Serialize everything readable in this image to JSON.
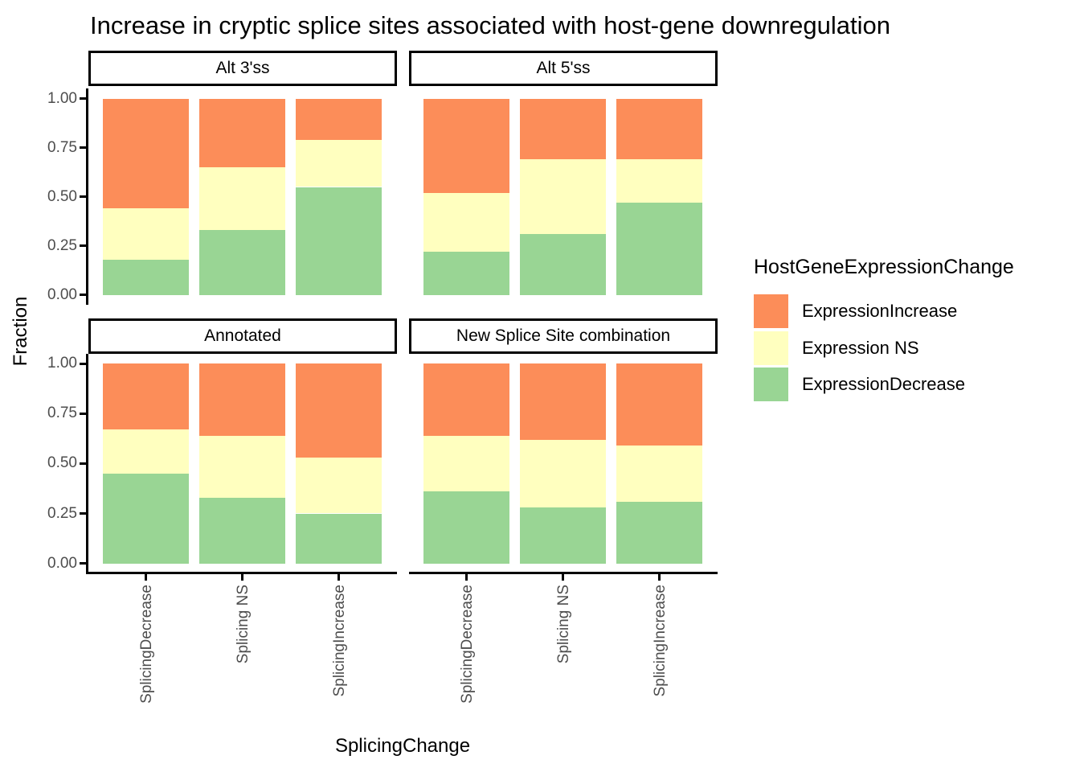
{
  "title": "Increase in cryptic splice sites associated with host-gene downregulation",
  "x_axis": {
    "title": "SplicingChange",
    "categories": [
      "SplicingDecrease",
      "Splicing NS",
      "SplicingIncrease"
    ]
  },
  "y_axis": {
    "title": "Fraction",
    "tick_labels": [
      "1.00",
      "0.75",
      "0.50",
      "0.25",
      "0.00"
    ],
    "tick_values": [
      1.0,
      0.75,
      0.5,
      0.25,
      0.0
    ]
  },
  "legend": {
    "title": "HostGeneExpressionChange",
    "position": "right",
    "entries": [
      {
        "label": "ExpressionIncrease",
        "color": "#FC8D59"
      },
      {
        "label": "Expression NS",
        "color": "#FFFFBF"
      },
      {
        "label": "ExpressionDecrease",
        "color": "#99D594"
      }
    ]
  },
  "colors": {
    "ExpressionIncrease": "#FC8D59",
    "Expression NS": "#FFFFBF",
    "ExpressionDecrease": "#99D594",
    "axis_text": "#4D4D4D",
    "axis_line": "#000000",
    "background": "#FFFFFF"
  },
  "chart_data": {
    "type": "bar",
    "stacked": true,
    "normalized": true,
    "title": "Increase in cryptic splice sites associated with host-gene downregulation",
    "xlabel": "SplicingChange",
    "ylabel": "Fraction",
    "ylim": [
      0,
      1
    ],
    "yticks": [
      0.0,
      0.25,
      0.5,
      0.75,
      1.0
    ],
    "grid": false,
    "legend_position": "right",
    "categories": [
      "SplicingDecrease",
      "Splicing NS",
      "SplicingIncrease"
    ],
    "stack_order_bottom_to_top": [
      "ExpressionDecrease",
      "Expression NS",
      "ExpressionIncrease"
    ],
    "facets": [
      {
        "label": "Alt 3'ss",
        "grid_row": 0,
        "grid_col": 0,
        "series": [
          {
            "name": "ExpressionDecrease",
            "values": [
              0.18,
              0.33,
              0.55
            ]
          },
          {
            "name": "Expression NS",
            "values": [
              0.26,
              0.32,
              0.24
            ]
          },
          {
            "name": "ExpressionIncrease",
            "values": [
              0.56,
              0.35,
              0.21
            ]
          }
        ]
      },
      {
        "label": "Alt 5'ss",
        "grid_row": 0,
        "grid_col": 1,
        "series": [
          {
            "name": "ExpressionDecrease",
            "values": [
              0.22,
              0.31,
              0.47
            ]
          },
          {
            "name": "Expression NS",
            "values": [
              0.3,
              0.38,
              0.22
            ]
          },
          {
            "name": "ExpressionIncrease",
            "values": [
              0.48,
              0.31,
              0.31
            ]
          }
        ]
      },
      {
        "label": "Annotated",
        "grid_row": 1,
        "grid_col": 0,
        "series": [
          {
            "name": "ExpressionDecrease",
            "values": [
              0.45,
              0.33,
              0.25
            ]
          },
          {
            "name": "Expression NS",
            "values": [
              0.22,
              0.31,
              0.28
            ]
          },
          {
            "name": "ExpressionIncrease",
            "values": [
              0.33,
              0.36,
              0.47
            ]
          }
        ]
      },
      {
        "label": "New Splice Site combination",
        "grid_row": 1,
        "grid_col": 1,
        "series": [
          {
            "name": "ExpressionDecrease",
            "values": [
              0.36,
              0.28,
              0.31
            ]
          },
          {
            "name": "Expression NS",
            "values": [
              0.28,
              0.34,
              0.28
            ]
          },
          {
            "name": "ExpressionIncrease",
            "values": [
              0.36,
              0.38,
              0.41
            ]
          }
        ]
      }
    ]
  }
}
